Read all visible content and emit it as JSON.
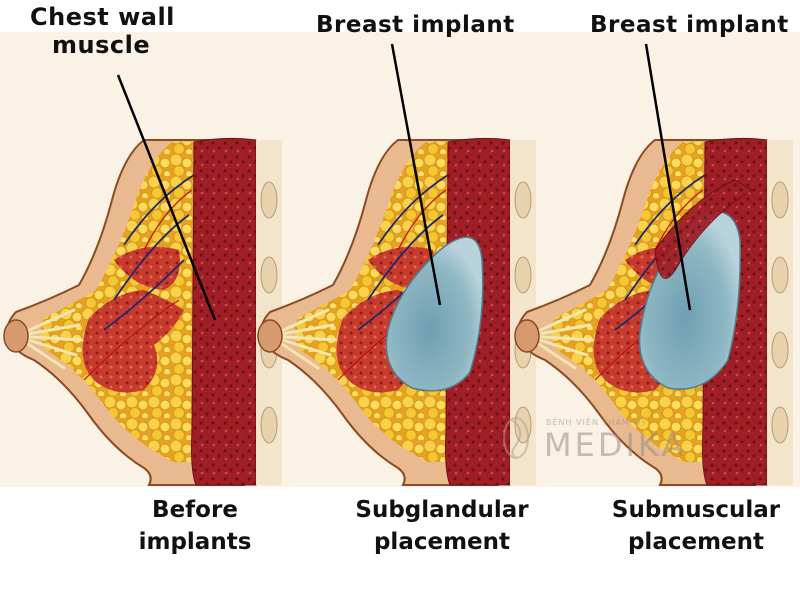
{
  "labels": {
    "chest_wall_line1": "Chest wall",
    "chest_wall_line2": "muscle",
    "breast_implant_left": "Breast implant",
    "breast_implant_right": "Breast implant"
  },
  "captions": {
    "before_line1": "Before",
    "before_line2": "implants",
    "subglandular_line1": "Subglandular",
    "subglandular_line2": "placement",
    "submuscular_line1": "Submuscular",
    "submuscular_line2": "placement"
  },
  "watermark": {
    "small_text": "BỆNH VIỆN THẨM MỸ",
    "brand": "MEDIKA"
  },
  "colors": {
    "background_band": "#fbf2e6",
    "skin": "#e9b98f",
    "skin_outline": "#8a4a24",
    "fat": "#f5c733",
    "gland": "#c13a2c",
    "muscle": "#a2242a",
    "implant": "#8ab3c2"
  }
}
